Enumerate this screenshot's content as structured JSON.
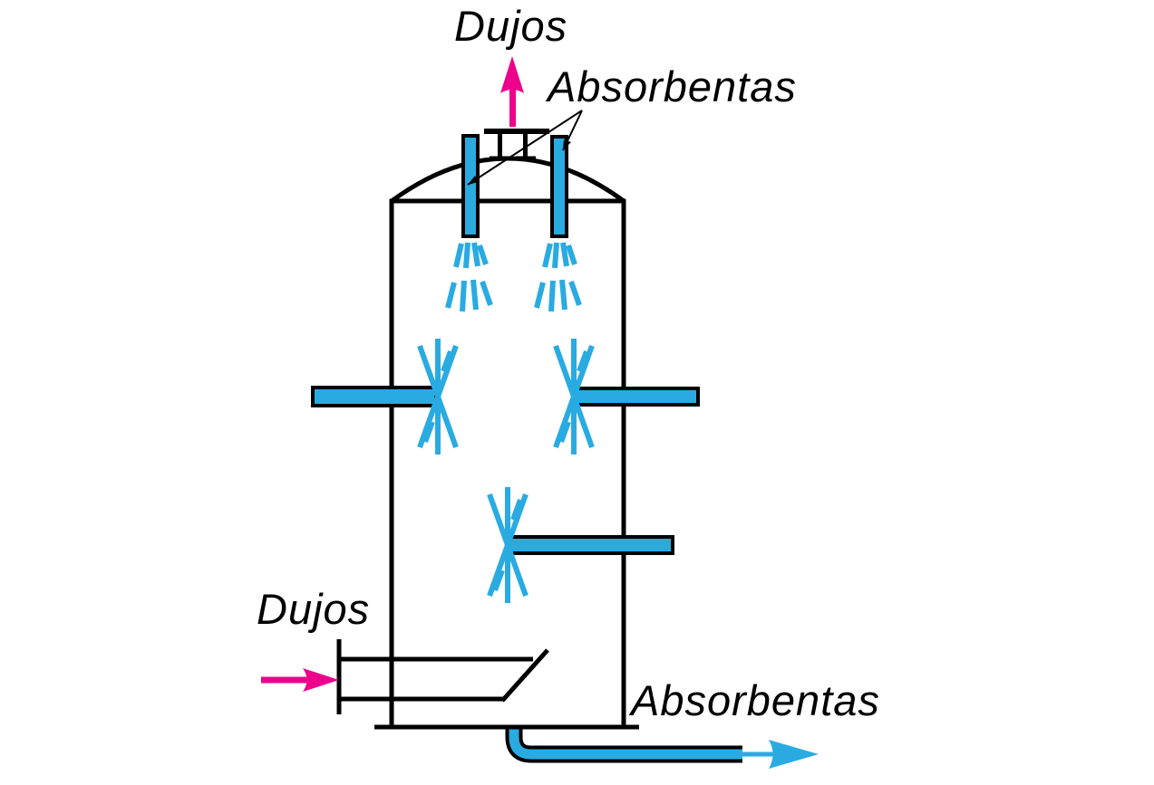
{
  "diagram": {
    "type": "spray-absorber-column-schematic",
    "labels": {
      "gas_out": "Dujos",
      "absorbent_in": "Absorbentas",
      "gas_in": "Dujos",
      "absorbent_out": "Absorbentas"
    },
    "colors": {
      "pipe_blue": "#29ABE2",
      "spray_blue": "#29ABE2",
      "gas_magenta": "#EC008C",
      "outline_black": "#000000",
      "background": "#FFFFFF"
    },
    "icons": {
      "gas_out_arrow": "arrow-up-icon",
      "gas_in_arrow": "arrow-right-icon",
      "absorbent_out_arrow": "arrow-right-icon"
    }
  }
}
